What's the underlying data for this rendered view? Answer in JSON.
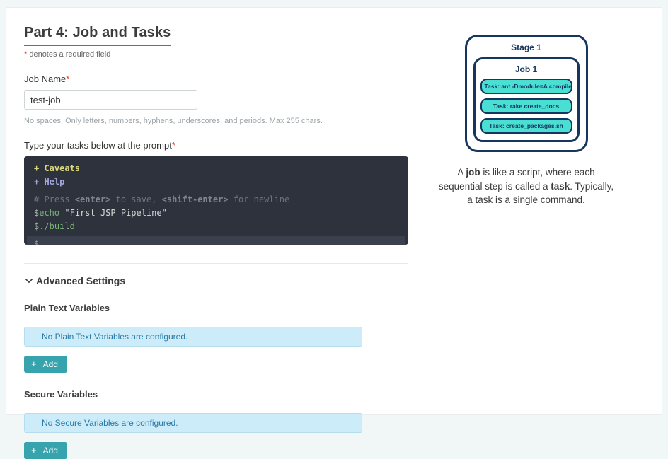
{
  "page": {
    "title": "Part 4: Job and Tasks",
    "required_asterisk": "*",
    "required_note": " denotes a required field"
  },
  "job_name": {
    "label": "Job Name",
    "required_asterisk": "*",
    "value": "test-job",
    "hint": "No spaces. Only letters, numbers, hyphens, underscores, and periods. Max 255 chars."
  },
  "tasks": {
    "label": "Type your tasks below at the prompt",
    "required_asterisk": "*",
    "terminal": {
      "caveats": "+ Caveats",
      "help": "+ Help",
      "comment_prefix": "# Press ",
      "comment_key1": "<enter>",
      "comment_mid": " to save, ",
      "comment_key2": "<shift-enter>",
      "comment_suffix": " for newline",
      "prompt_symbol": "$",
      "cmd1_name": "echo",
      "cmd1_arg": " \"First JSP Pipeline\"",
      "cmd2": "./build"
    }
  },
  "advanced_settings": {
    "label": "Advanced Settings"
  },
  "plain_text_variables": {
    "heading": "Plain Text Variables",
    "empty_message": "No Plain Text Variables are configured.",
    "add_plus": "+",
    "add_label": "Add"
  },
  "secure_variables": {
    "heading": "Secure Variables",
    "empty_message": "No Secure Variables are configured.",
    "add_plus": "+",
    "add_label": "Add"
  },
  "diagram": {
    "stage_label": "Stage 1",
    "job_label": "Job 1",
    "tasks": [
      "Task: ant -Dmodule=A compile",
      "Task: rake create_docs",
      "Task: create_packages.sh"
    ],
    "caption": {
      "prefix": "A ",
      "job_bold": "job",
      "mid": " is like a script, where each sequential step is called a ",
      "task_bold": "task",
      "suffix": ". Typically, a task is a single command."
    }
  },
  "colors": {
    "accent_teal": "#36a3ad",
    "underline_red": "#e0402d",
    "navy": "#15365e",
    "turquoise": "#4adfd3",
    "info_bg": "#cdecf9",
    "info_text": "#2a79a8",
    "terminal_bg": "#2d323d"
  }
}
